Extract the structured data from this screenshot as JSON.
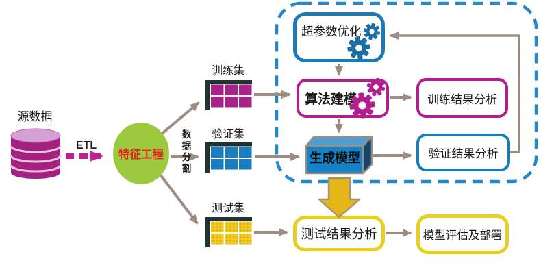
{
  "diagram": {
    "source": {
      "label": "源数据",
      "etl_label": "ETL"
    },
    "feature_engineering_label": "特征工程",
    "data_split_label": "数据分割",
    "datasets": {
      "train_label": "训练集",
      "validation_label": "验证集",
      "test_label": "测试集"
    },
    "pipeline": {
      "hyperparam_label": "超参数优化",
      "algorithm_label": "算法建模",
      "generate_model_label": "生成模型",
      "train_result_label": "训练结果分析",
      "validation_result_label": "验证结果分析",
      "test_result_label": "测试结果分析",
      "deploy_label": "模型评估及部署"
    },
    "icons": {
      "database": "database-icon",
      "gears": "gear-icon",
      "tables": "table-icon",
      "cube": "cube-icon",
      "big_arrow": "big-down-arrow-icon"
    },
    "colors": {
      "magenta": "#B01F8C",
      "blue": "#1B7AB8",
      "dashed_blue": "#2189CB",
      "yellow_border": "#E9CE1F",
      "yellow_cells": "#EFC61A",
      "green": "#9CC93F",
      "red_text": "#E8241B",
      "arrow_tan": "#9C8C84",
      "gold_arrow": "#E4B617",
      "cube_front": "#1583C5"
    }
  }
}
